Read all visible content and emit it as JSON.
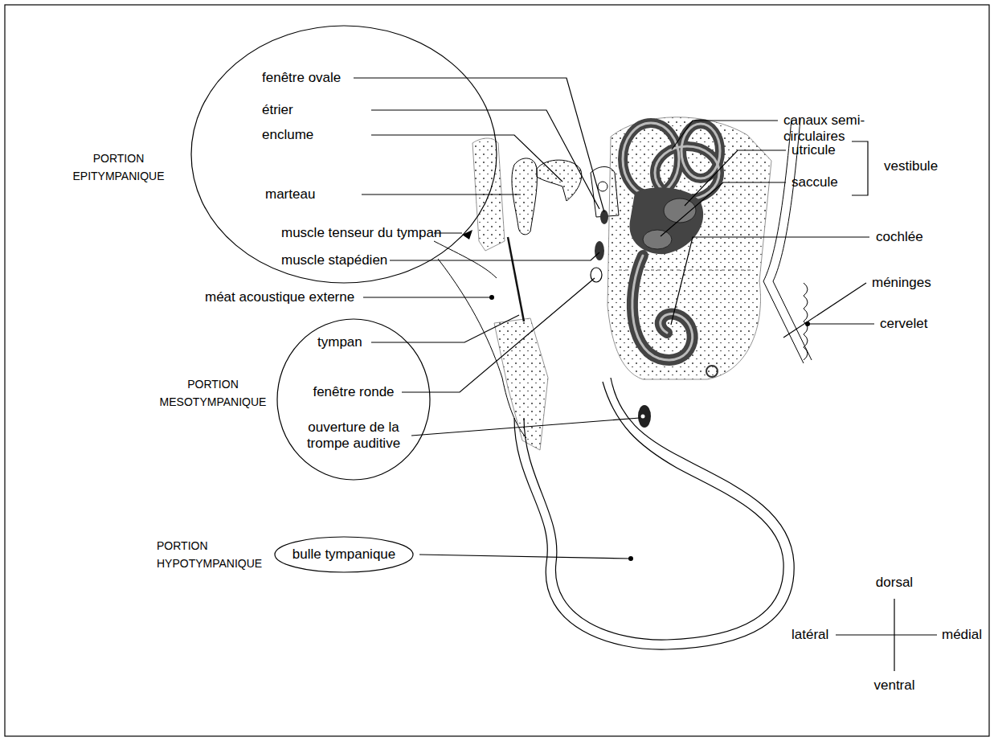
{
  "diagram": {
    "nodes": [
      {
        "text": [
          "PORTION EPITYMPANIQUE",
          "fenêtre ovale",
          "étrier",
          "enclume",
          "marteau",
          "muscle tenseur du tympan",
          "muscle stapédien"
        ]
      },
      {
        "text": [
          "PORTION MESOTYMPANIQUE",
          "tympan",
          "fenêtre ronde",
          "ouverture de la trompe auditive"
        ]
      },
      {
        "text": [
          "PORTION HYPOTYMPANIQUE",
          "bulle tympanique"
        ]
      }
    ],
    "labels": [
      "canaux semi-circulaires",
      "utricule",
      "saccule",
      "vestibule",
      "méat acoustique externe",
      "cochlée",
      "méninges",
      "cervelet",
      "dorsal",
      "latéral",
      "médial",
      "ventral"
    ]
  }
}
